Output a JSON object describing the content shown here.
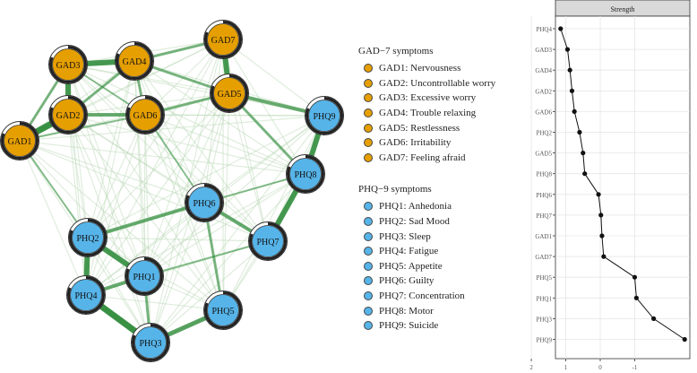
{
  "network": {
    "nodes": [
      {
        "id": "GAD1",
        "group": "gad"
      },
      {
        "id": "GAD2",
        "group": "gad"
      },
      {
        "id": "GAD3",
        "group": "gad"
      },
      {
        "id": "GAD4",
        "group": "gad"
      },
      {
        "id": "GAD5",
        "group": "gad"
      },
      {
        "id": "GAD6",
        "group": "gad"
      },
      {
        "id": "GAD7",
        "group": "gad"
      },
      {
        "id": "PHQ1",
        "group": "phq"
      },
      {
        "id": "PHQ2",
        "group": "phq"
      },
      {
        "id": "PHQ3",
        "group": "phq"
      },
      {
        "id": "PHQ4",
        "group": "phq"
      },
      {
        "id": "PHQ5",
        "group": "phq"
      },
      {
        "id": "PHQ6",
        "group": "phq"
      },
      {
        "id": "PHQ7",
        "group": "phq"
      },
      {
        "id": "PHQ8",
        "group": "phq"
      },
      {
        "id": "PHQ9",
        "group": "phq"
      }
    ],
    "colors": {
      "gad": "#E69F00",
      "phq": "#56B4E9",
      "edge": "#2e8b3a"
    }
  },
  "legend": {
    "gad_title": "GAD−7 symptoms",
    "gad_items": [
      "GAD1: Nervousness",
      "GAD2: Uncontrollable worry",
      "GAD3: Excessive worry",
      "GAD4: Trouble relaxing",
      "GAD5: Restlessness",
      "GAD6: Irritability",
      "GAD7: Feeling afraid"
    ],
    "phq_title": "PHQ−9 symptoms",
    "phq_items": [
      "PHQ1: Anhedonia",
      "PHQ2: Sad Mood",
      "PHQ3: Sleep",
      "PHQ4: Fatigue",
      "PHQ5: Appetite",
      "PHQ6: Guilty",
      "PHQ7: Concentration",
      "PHQ8: Motor",
      "PHQ9: Suicide"
    ]
  },
  "chart_data": {
    "type": "line",
    "title": "Strength",
    "categories": [
      "PHQ4",
      "GAD3",
      "GAD4",
      "GAD2",
      "GAD6",
      "PHQ2",
      "GAD5",
      "PHQ8",
      "PHQ6",
      "PHQ7",
      "GAD1",
      "GAD7",
      "PHQ5",
      "PHQ1",
      "PHQ3",
      "PHQ9"
    ],
    "values": [
      1.15,
      0.95,
      0.88,
      0.82,
      0.75,
      0.6,
      0.5,
      0.45,
      0.05,
      -0.02,
      -0.05,
      -0.1,
      -1.0,
      -1.05,
      -1.55,
      -2.45
    ],
    "xticks": [
      2,
      1,
      0,
      -1
    ],
    "xlim": [
      -2.6,
      1.3
    ],
    "grid": true,
    "legend": "none"
  }
}
